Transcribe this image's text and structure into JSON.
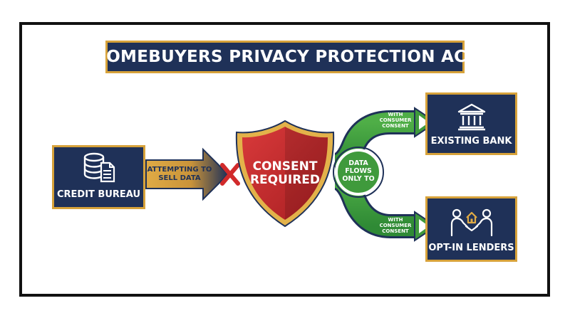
{
  "title": "HOMEBUYERS PRIVACY PROTECTION ACT",
  "source_node": {
    "label": "CREDIT BUREAU",
    "icon": "database-document-icon"
  },
  "block_arrow": {
    "line1": "ATTEMPTING TO",
    "line2": "SELL DATA"
  },
  "blocked_marker": {
    "icon": "red-x-icon"
  },
  "shield": {
    "line1": "CONSENT",
    "line2": "REQUIRED",
    "icon": "shield-icon"
  },
  "hub": {
    "line1": "DATA",
    "line2": "FLOWS",
    "line3": "ONLY TO"
  },
  "branches": [
    {
      "line1": "WITH",
      "line2": "CONSUMER",
      "line3": "CONSENT"
    },
    {
      "line1": "WITH",
      "line2": "CONSUMER",
      "line3": "CONSENT"
    }
  ],
  "targets": [
    {
      "label": "EXISTING BANK",
      "icon": "bank-icon"
    },
    {
      "label": "OPT-IN LENDERS",
      "icon": "handshake-house-icon"
    }
  ],
  "colors": {
    "navy": "#1f3158",
    "gold": "#d7a23a",
    "green": "#3f9a3c",
    "red": "#c42a2b",
    "white": "#ffffff"
  }
}
